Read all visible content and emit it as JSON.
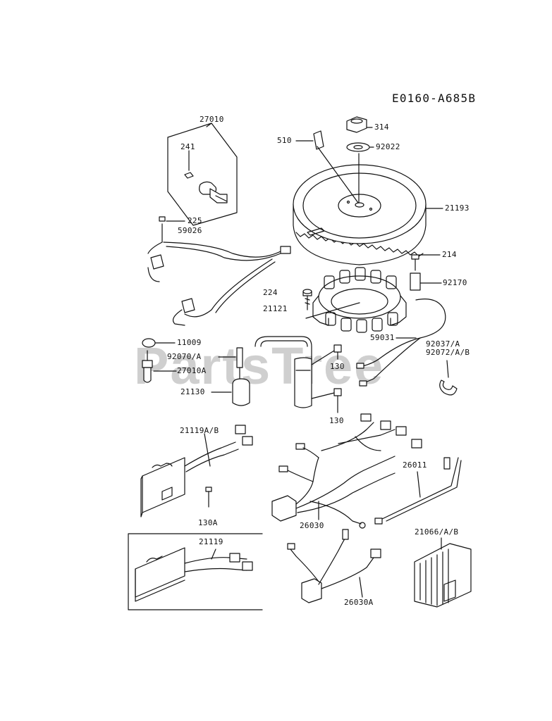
{
  "diagram_code": "E0160-A685B",
  "watermark": "PartsTree",
  "colors": {
    "ink": "#111111",
    "watermark": "#cfcfcf",
    "background": "#ffffff"
  },
  "parts": {
    "p27010": "27010",
    "p241": "241",
    "p510": "510",
    "p314": "314",
    "p92022": "92022",
    "p21193": "21193",
    "p225": "225",
    "p59026": "59026",
    "p214": "214",
    "p92170": "92170",
    "p224": "224",
    "p21121": "21121",
    "p59031": "59031",
    "p11009": "11009",
    "p92070A": "92070/A",
    "p27010A": "27010A",
    "p92037A": "92037/A",
    "p92072AB": "92072/A/B",
    "p130a": "130",
    "p21130": "21130",
    "p130b": "130",
    "p21119AB": "21119A/B",
    "p26011": "26011",
    "p130A": "130A",
    "p26030": "26030",
    "p21119": "21119",
    "p21066AB": "21066/A/B",
    "p26030A": "26030A"
  }
}
